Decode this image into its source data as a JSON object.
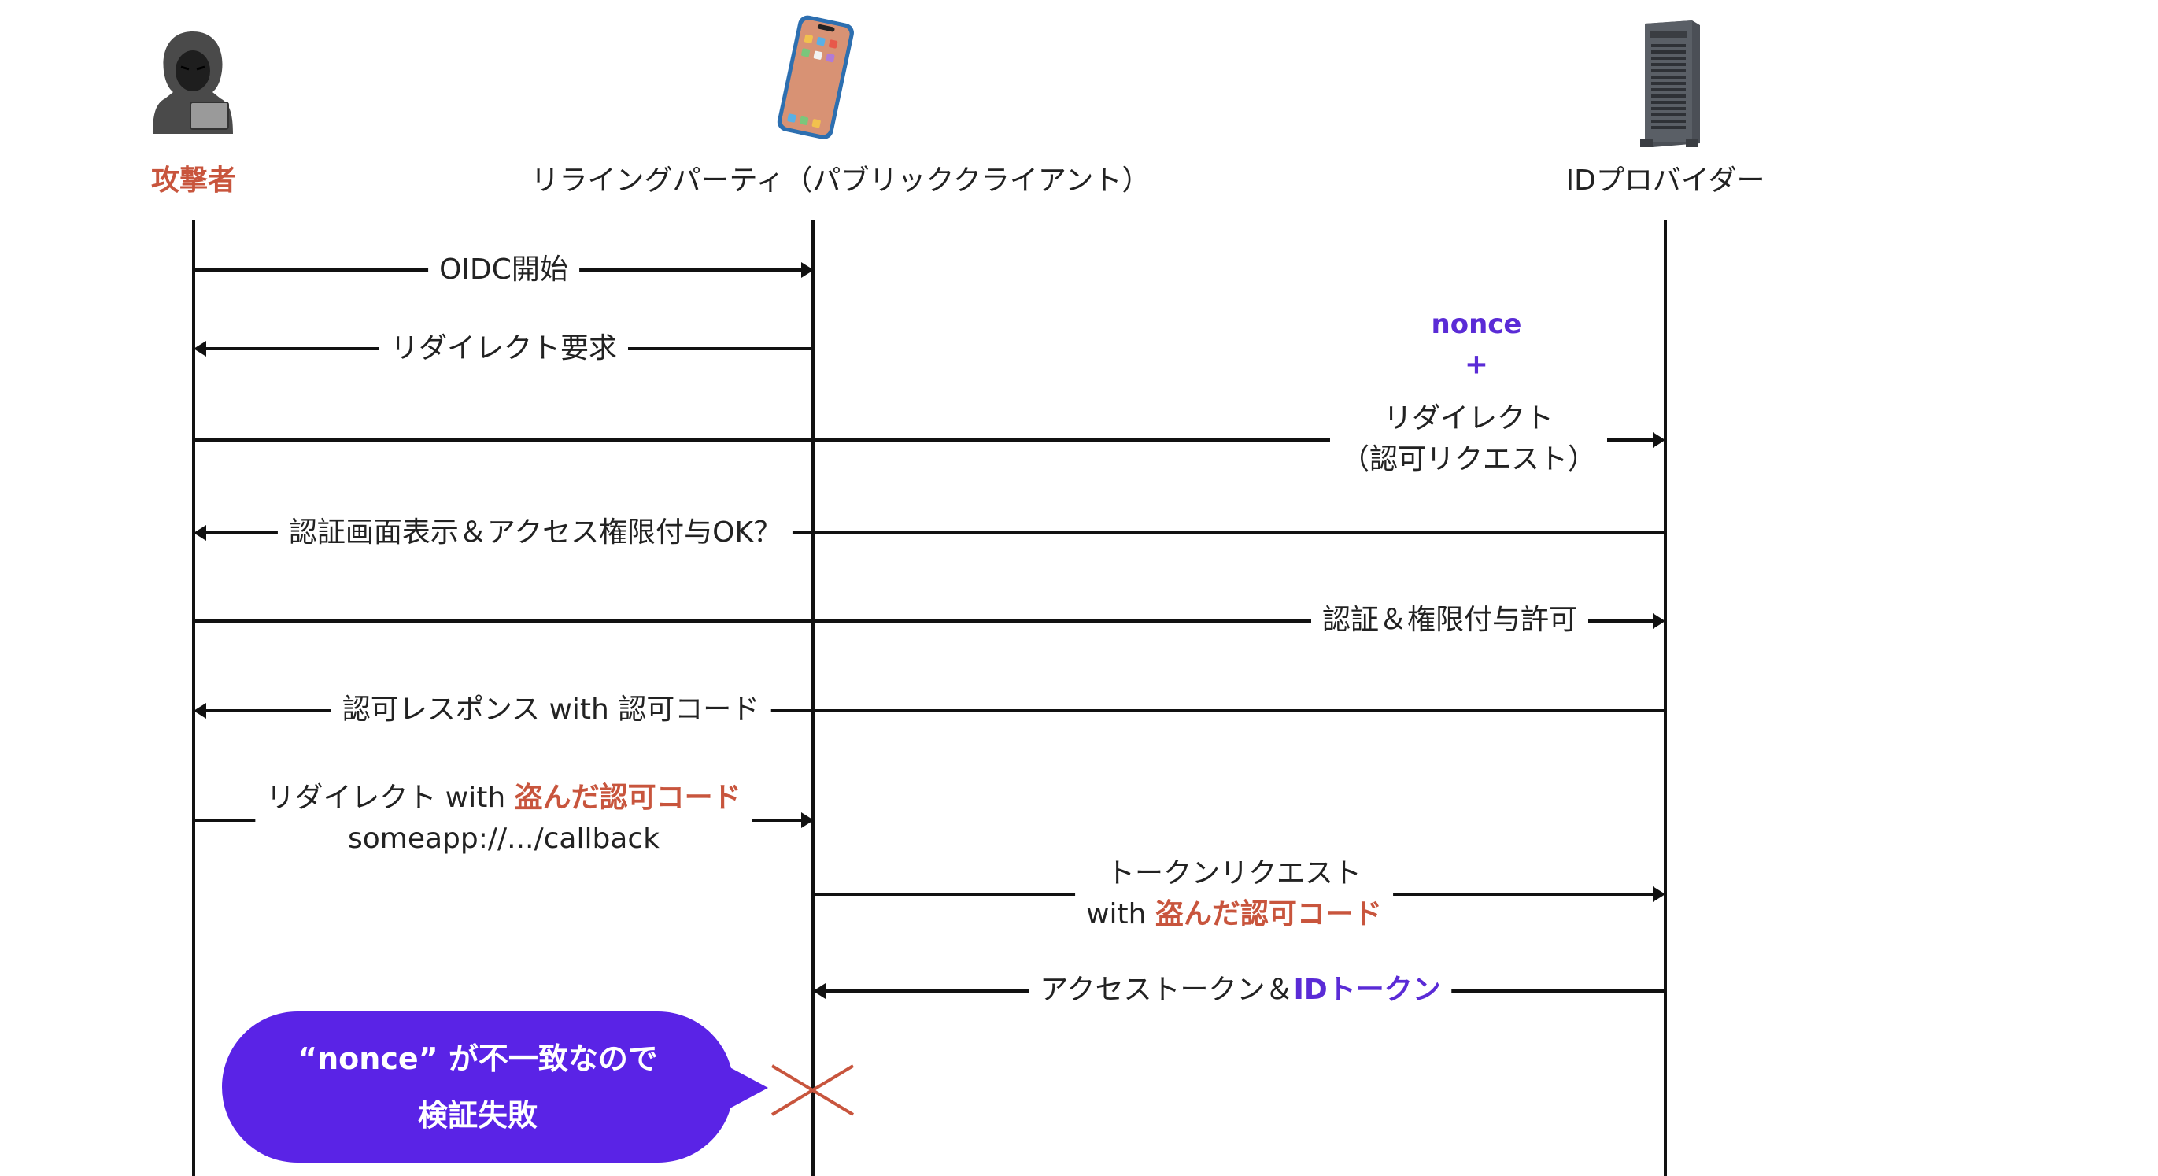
{
  "actors": {
    "attacker": "攻撃者",
    "rp": "リライングパーティ（パブリッククライアント）",
    "idp": "IDプロバイダー"
  },
  "messages": {
    "m1": "OIDC開始",
    "m2": "リダイレクト要求",
    "m3_nonce": "nonce",
    "m3_plus": "+",
    "m3_line1": "リダイレクト",
    "m3_line2": "（認可リクエスト）",
    "m4": "認証画面表示＆アクセス権限付与OK？",
    "m5": "認証＆権限付与許可",
    "m6": "認可レスポンス with 認可コード",
    "m7_prefix": "リダイレクト with ",
    "m7_highlight": "盗んだ認可コード",
    "m7_line2": "someapp://.../callback",
    "m8_line1": "トークンリクエスト",
    "m8_prefix": "with ",
    "m8_highlight": "盗んだ認可コード",
    "m9_prefix": "アクセストークン＆",
    "m9_highlight": "IDトークン"
  },
  "bubble": {
    "line1": "“nonce” が不一致なので",
    "line2": "検証失敗"
  },
  "colors": {
    "highlight_red": "#c8553d",
    "highlight_purple": "#5a2bd6",
    "bubble": "#5a23e6",
    "fail_mark": "#c8553d"
  },
  "icons": {
    "attacker": "hooded-hacker-icon",
    "rp": "smartphone-icon",
    "idp": "server-tower-icon",
    "failure": "cross-mark-icon"
  }
}
